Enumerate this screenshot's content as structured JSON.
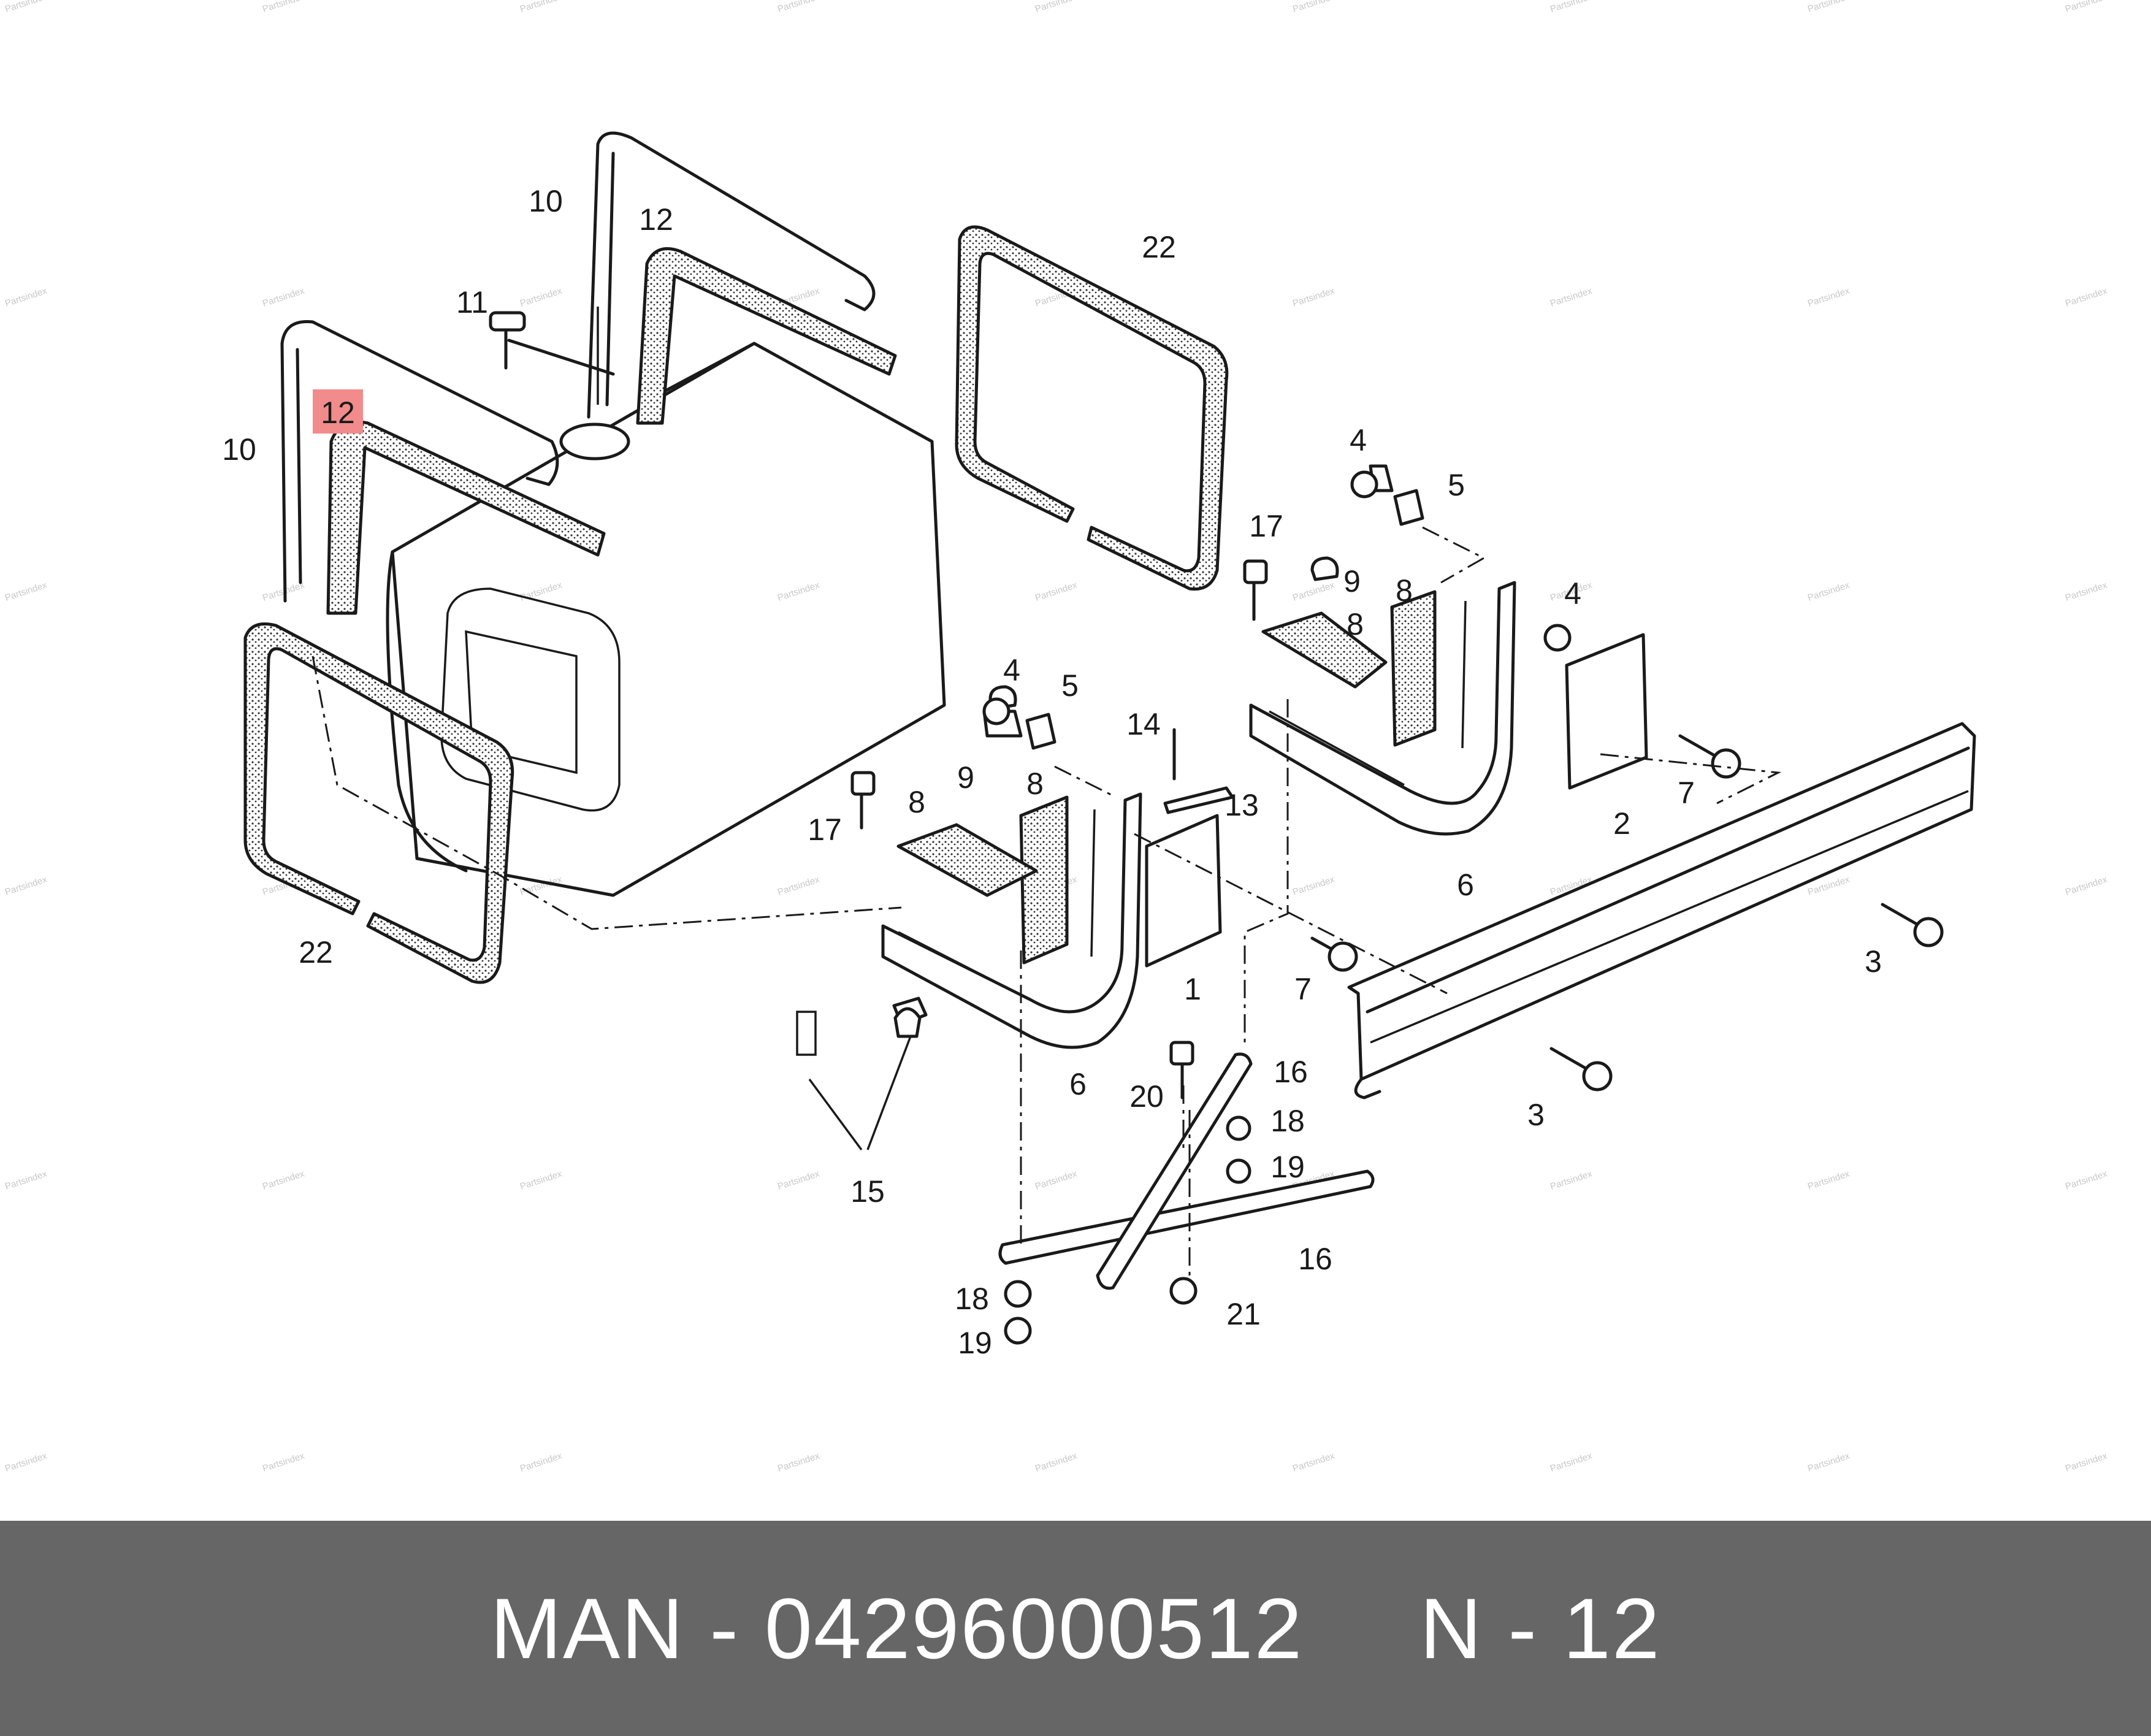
{
  "diagram": {
    "watermark": "Partsindex",
    "highlight_color": "#f28b8b",
    "callouts": [
      {
        "id": "c-10a",
        "text": "10"
      },
      {
        "id": "c-12a",
        "text": "12"
      },
      {
        "id": "c-22a",
        "text": "22"
      },
      {
        "id": "c-11",
        "text": "11"
      },
      {
        "id": "c-12b",
        "text": "12",
        "highlighted": true
      },
      {
        "id": "c-10b",
        "text": "10"
      },
      {
        "id": "c-4a",
        "text": "4"
      },
      {
        "id": "c-5a",
        "text": "5"
      },
      {
        "id": "c-17a",
        "text": "17"
      },
      {
        "id": "c-9a",
        "text": "9"
      },
      {
        "id": "c-8a",
        "text": "8"
      },
      {
        "id": "c-8b",
        "text": "8"
      },
      {
        "id": "c-4b",
        "text": "4"
      },
      {
        "id": "c-4c",
        "text": "4"
      },
      {
        "id": "c-5b",
        "text": "5"
      },
      {
        "id": "c-14",
        "text": "14"
      },
      {
        "id": "c-9b",
        "text": "9"
      },
      {
        "id": "c-8c",
        "text": "8"
      },
      {
        "id": "c-8d",
        "text": "8"
      },
      {
        "id": "c-13",
        "text": "13"
      },
      {
        "id": "c-17b",
        "text": "17"
      },
      {
        "id": "c-7a",
        "text": "7"
      },
      {
        "id": "c-2",
        "text": "2"
      },
      {
        "id": "c-6a",
        "text": "6"
      },
      {
        "id": "c-3a",
        "text": "3"
      },
      {
        "id": "c-22b",
        "text": "22"
      },
      {
        "id": "c-1",
        "text": "1"
      },
      {
        "id": "c-7b",
        "text": "7"
      },
      {
        "id": "c-16a",
        "text": "16"
      },
      {
        "id": "c-18a",
        "text": "18"
      },
      {
        "id": "c-20",
        "text": "20"
      },
      {
        "id": "c-6b",
        "text": "6"
      },
      {
        "id": "c-3b",
        "text": "3"
      },
      {
        "id": "c-19a",
        "text": "19"
      },
      {
        "id": "c-15",
        "text": "15"
      },
      {
        "id": "c-16b",
        "text": "16"
      },
      {
        "id": "c-18b",
        "text": "18"
      },
      {
        "id": "c-21",
        "text": "21"
      },
      {
        "id": "c-19b",
        "text": "19"
      }
    ]
  },
  "footer": {
    "brand": "MAN",
    "separator": "-",
    "part_number": "04296000512",
    "ref_label": "N",
    "ref_number": "12",
    "background_color": "#666666",
    "text_color": "#ffffff"
  }
}
